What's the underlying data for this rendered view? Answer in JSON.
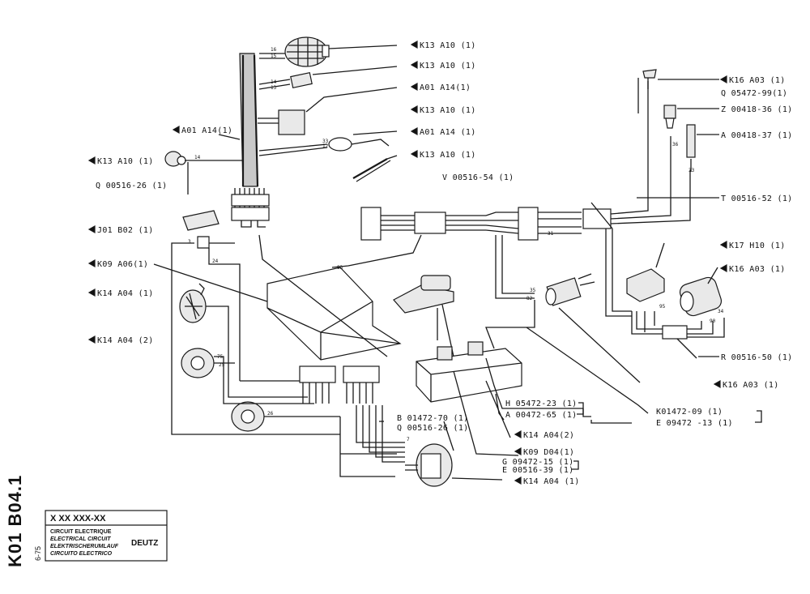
{
  "callouts_left": [
    {
      "label": "A01  A14(1)"
    },
    {
      "label": "K13   A10  (1)"
    },
    {
      "label": "Q 00516-26 (1)"
    },
    {
      "label": "J01  B02     (1)"
    },
    {
      "label": "K09   A06(1)"
    },
    {
      "label": "K14   A04 (1)"
    },
    {
      "label": "K14   A04 (2)"
    }
  ],
  "callouts_top": [
    {
      "label": "K13  A10 (1)"
    },
    {
      "label": "K13  A10 (1)"
    },
    {
      "label": "A01  A14(1)"
    },
    {
      "label": "K13  A10 (1)"
    },
    {
      "label": "A01 A14 (1)"
    },
    {
      "label": "K13  A10 (1)"
    },
    {
      "label": "V 00516-54 (1)"
    }
  ],
  "callouts_right": [
    {
      "label": "K16   A03   (1)"
    },
    {
      "label": "Q 05472-99(1)"
    },
    {
      "label": "Z 00418-36 (1)"
    },
    {
      "label": "A 00418-37 (1)"
    },
    {
      "label": "T 00516-52 (1)"
    },
    {
      "label": "K17   H10  (1)"
    },
    {
      "label": "K16   A03  (1)"
    },
    {
      "label": "R 00516-50 (1)"
    },
    {
      "label": "K16  A03  (1)"
    },
    {
      "label": "K01472-09 (1)"
    },
    {
      "label": "E 09472 -13 (1)"
    }
  ],
  "callouts_bottom": [
    {
      "label": "B 01472-70 (1)"
    },
    {
      "label": "Q 00516-26 (1)"
    },
    {
      "label": "H 05472-23 (1)"
    },
    {
      "label": "A 00472-65 (1)"
    },
    {
      "label": "K14   A04(2)"
    },
    {
      "label": "K09  D04(1)"
    },
    {
      "label": "G 09472-15 (1)"
    },
    {
      "label": "E 00516-39 (1)"
    },
    {
      "label": "K14   A04 (1)"
    }
  ],
  "title_block": {
    "sheet_code": "K01  B04.1",
    "date": "6-75",
    "part_number": "X XX XXX-XX",
    "titles": [
      "CIRCUIT ELECTRIQUE",
      "ELECTRICAL CIRCUIT",
      "ELEKTRISCHERUMLAUF",
      "CIRCUITO ELECTRICO"
    ],
    "brand": "DEUTZ"
  },
  "wire_numbers": [
    "16",
    "15",
    "14",
    "13",
    "33",
    "14",
    "12",
    "24",
    "3",
    "75",
    "25",
    "26",
    "7",
    "35",
    "82",
    "83",
    "34",
    "36",
    "95",
    "90",
    "33",
    "31"
  ],
  "colors": {
    "ink": "#1a1a1a",
    "paper": "#ffffff",
    "fill": "#e9e9e9"
  }
}
